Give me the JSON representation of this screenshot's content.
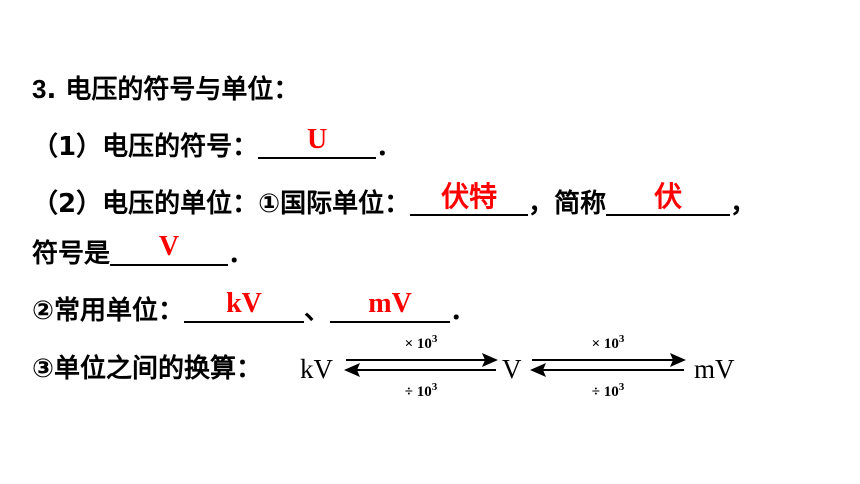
{
  "heading": {
    "number": "3",
    "dot": ".",
    "text": "电压的符号与单位："
  },
  "item1": {
    "label": "（1）电压的符号：",
    "answer": "U",
    "tail": "．"
  },
  "item2": {
    "label": "（2）电压的单位：①国际单位：",
    "answer_unit": "伏特",
    "mid": "，简称",
    "answer_short": "伏",
    "tail": "，",
    "symbol_label": "符号是",
    "answer_symbol": "V",
    "symbol_tail": "．"
  },
  "item3": {
    "label": "②常用单位：",
    "answer_a": "kV",
    "sep": "、",
    "answer_b": "mV",
    "tail": "．"
  },
  "item4": {
    "label": "③单位之间的换算：",
    "unit_kv": "kV",
    "unit_v": "V",
    "unit_mv": "mV",
    "arrow1_top": "× 10",
    "arrow1_top_exp": "3",
    "arrow1_bottom": "÷ 10",
    "arrow1_bottom_exp": "3",
    "arrow2_top": "× 10",
    "arrow2_top_exp": "3",
    "arrow2_bottom": "÷ 10",
    "arrow2_bottom_exp": "3"
  },
  "colors": {
    "answer": "#ff0000",
    "text": "#000000"
  }
}
